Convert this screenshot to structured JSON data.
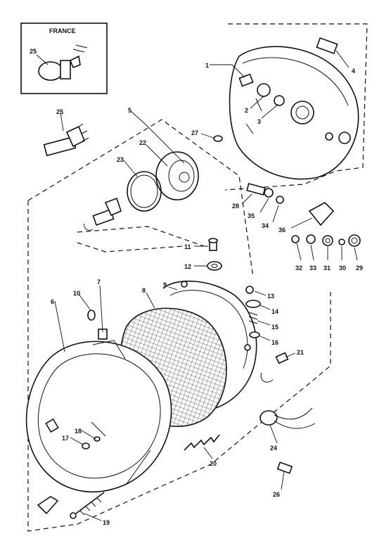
{
  "inset": {
    "title": "FRANCE"
  },
  "labels": {
    "p1": "1",
    "p4": "4",
    "p2": "2",
    "p3": "3",
    "p27": "27",
    "p25": "25",
    "p5": "5",
    "p22": "22",
    "p23": "23",
    "p28": "28",
    "p35": "35",
    "p34": "34",
    "p36": "36",
    "p32": "32",
    "p33": "33",
    "p31": "31",
    "p30": "30",
    "p29": "29",
    "p11": "11",
    "p12": "12",
    "p7": "7",
    "p8": "8",
    "p9": "9",
    "p10": "10",
    "p6": "6",
    "p13": "13",
    "p14": "14",
    "p15": "15",
    "p16": "16",
    "p21": "21",
    "p18": "18",
    "p17": "17",
    "p20": "20",
    "p24": "24",
    "p26": "26",
    "p19": "19",
    "p25b": "25"
  }
}
